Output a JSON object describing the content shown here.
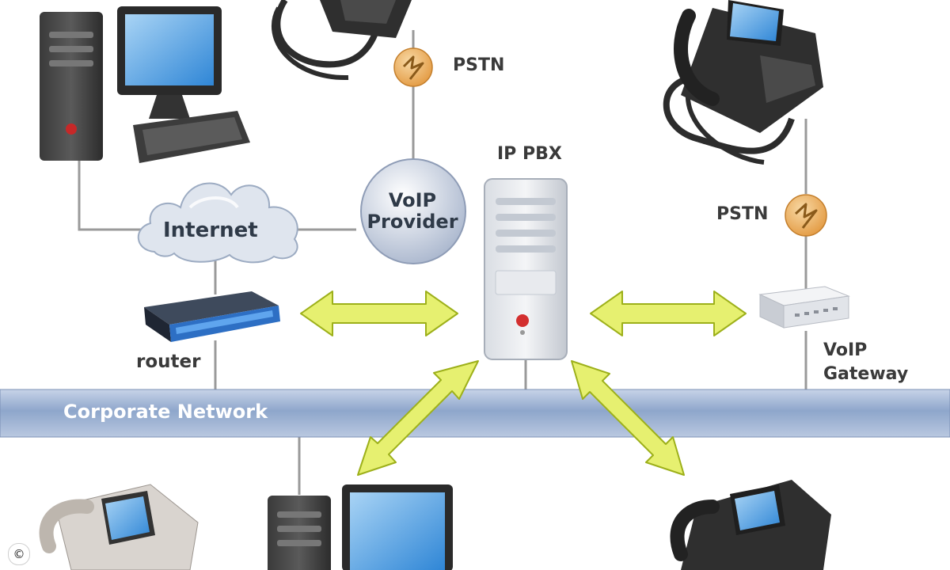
{
  "labels": {
    "pstn_top": "PSTN",
    "ip_pbx": "IP PBX",
    "pstn_right": "PSTN",
    "internet": "Internet",
    "voip_provider_line1": "VoIP",
    "voip_provider_line2": "Provider",
    "router": "router",
    "voip_gateway_line1": "VoIP",
    "voip_gateway_line2": "Gateway",
    "corporate_network": "Corporate Network",
    "copyright": "©"
  },
  "icons": [
    "desktop-computer-icon",
    "ip-phone-icon",
    "pstn-icon",
    "cloud-icon",
    "voip-provider-icon",
    "router-icon",
    "server-icon",
    "gateway-icon",
    "double-arrow-icon"
  ],
  "colors": {
    "arrow_fill": "#e6f070",
    "arrow_stroke": "#9db01a",
    "network_bar": "#8ea6cb",
    "pstn_icon": "#eaaa55",
    "connector_line": "#9a9a9a"
  }
}
